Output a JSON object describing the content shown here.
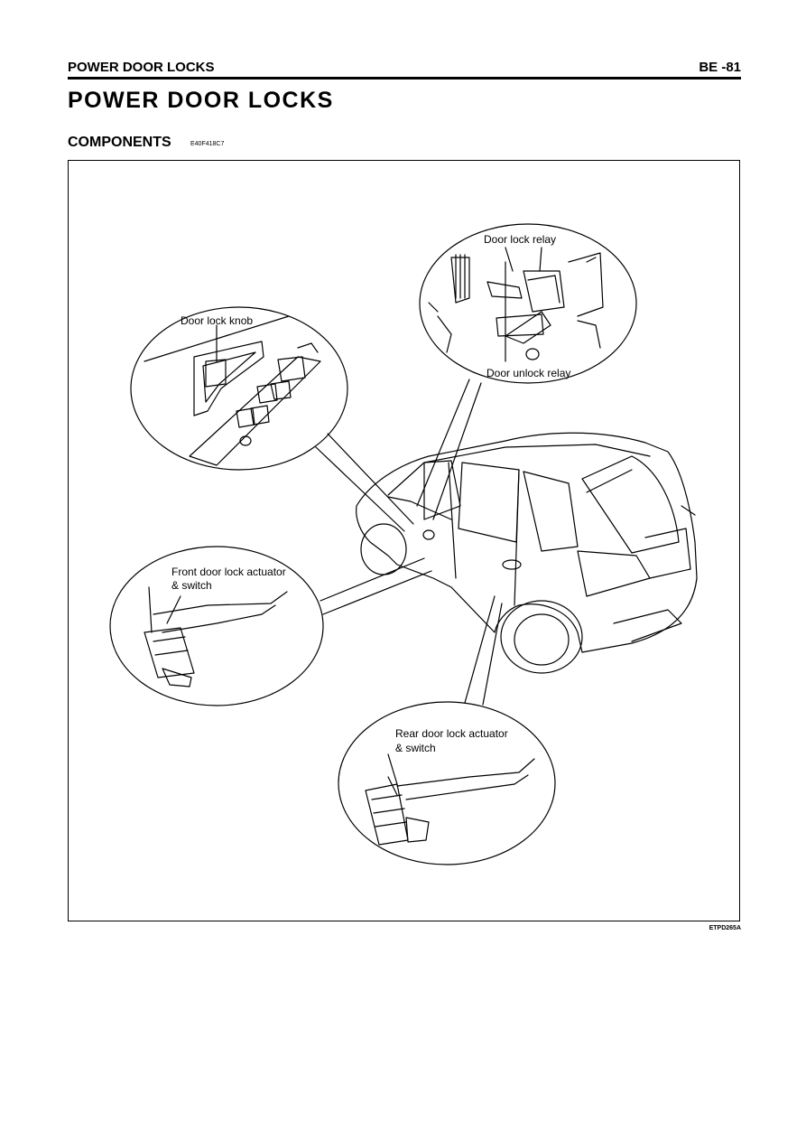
{
  "header": {
    "section_title": "POWER DOOR LOCKS",
    "page_number": "BE -81"
  },
  "title": "POWER DOOR LOCKS",
  "section": {
    "heading": "COMPONENTS",
    "code": "E40F418C7"
  },
  "figure": {
    "code": "ETPD265A",
    "labels": {
      "door_lock_relay": "Door lock relay",
      "door_unlock_relay": "Door unlock relay",
      "door_lock_knob": "Door lock knob",
      "front_actuator_line1": "Front door lock actuator",
      "front_actuator_line2": "& switch",
      "rear_actuator_line1": "Rear door lock actuator",
      "rear_actuator_line2": "& switch"
    }
  }
}
